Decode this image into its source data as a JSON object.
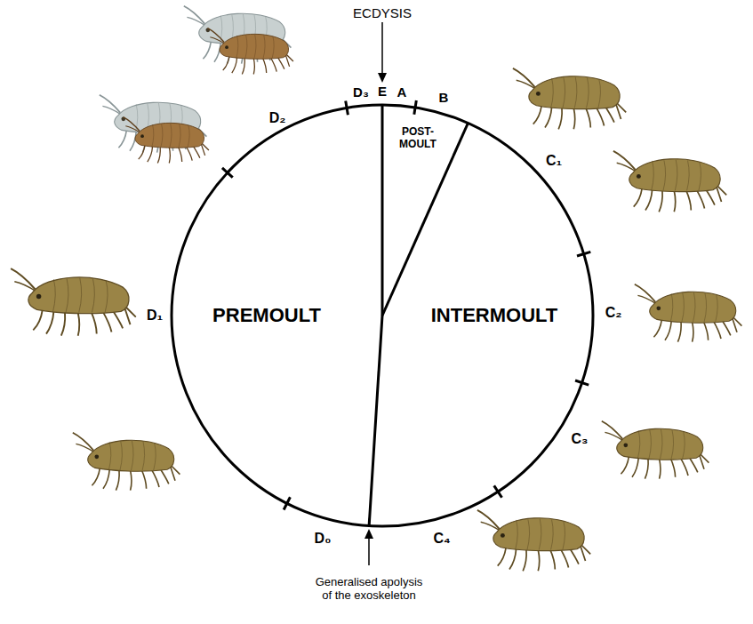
{
  "diagram": {
    "labels": [
      "ECDYSIS",
      "E",
      "D₃",
      "A",
      "B",
      "POST- MOULT",
      "C₁",
      "C₂",
      "C₃",
      "C₄",
      "D₀",
      "D₁",
      "D₂",
      "PREMOULT",
      "INTERMOULT",
      "Generalised apolysis of the exoskeleton"
    ]
  }
}
